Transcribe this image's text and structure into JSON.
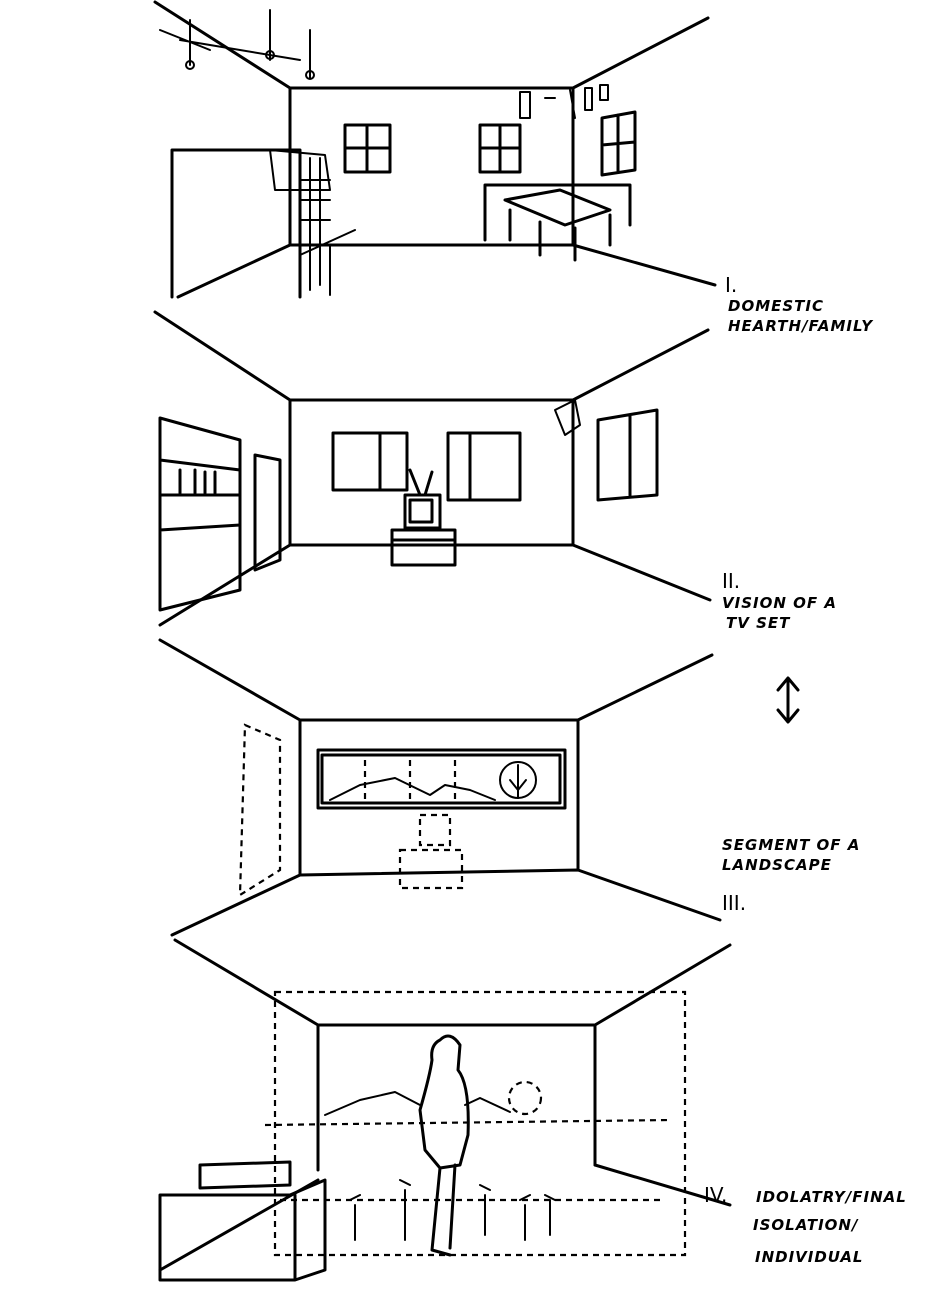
{
  "panels": [
    {
      "numeral": "I.",
      "caption_lines": [
        "DOMESTIC",
        "HEARTH/FAMILY"
      ]
    },
    {
      "numeral": "II.",
      "caption_lines": [
        "VISION OF A",
        "TV SET"
      ]
    },
    {
      "numeral": "III.",
      "caption_lines": [
        "SEGMENT OF A",
        "LANDSCAPE"
      ]
    },
    {
      "numeral": "IV.",
      "caption_lines": [
        "IDOLATRY/FINAL",
        "ISOLATION/",
        "INDIVIDUAL"
      ]
    }
  ],
  "colors": {
    "ink": "#000000",
    "paper": "#ffffff"
  }
}
